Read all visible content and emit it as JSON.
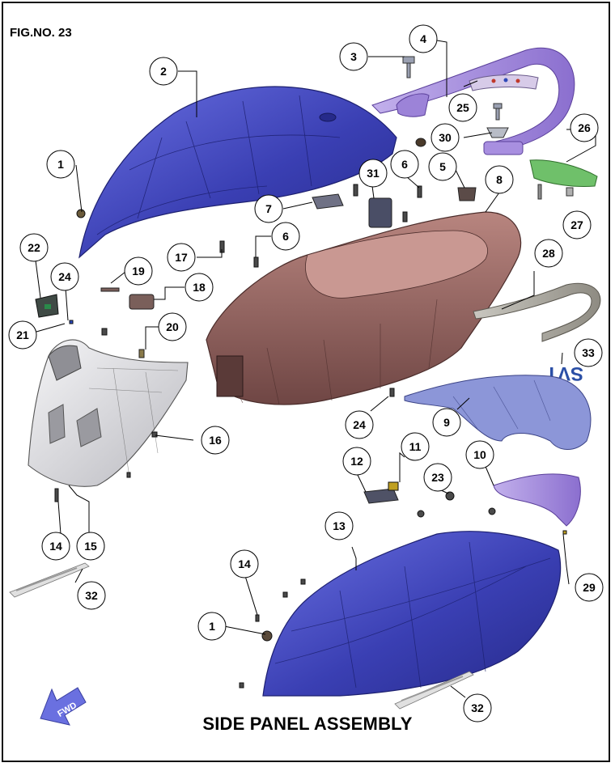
{
  "figure_label": "FIG.NO. 23",
  "title": "SIDE PANEL ASSEMBLY",
  "fwd_label": "FWD",
  "decal_33_text": "SVT",
  "colors": {
    "panel_blue": "#3b3fb0",
    "panel_blue_light": "#5d63d6",
    "box_brown": "#8a5a58",
    "box_brown_light": "#b07d78",
    "lavender": "#a48ad8",
    "green": "#6fc06a",
    "white_panel": "#e4e4e6",
    "arrow_blue": "#6a70e0",
    "decal_blue": "#2b4fa6"
  },
  "callouts": [
    {
      "id": "c1a",
      "label": "1"
    },
    {
      "id": "c2",
      "label": "2"
    },
    {
      "id": "c3",
      "label": "3"
    },
    {
      "id": "c4",
      "label": "4"
    },
    {
      "id": "c5",
      "label": "5"
    },
    {
      "id": "c6a",
      "label": "6"
    },
    {
      "id": "c6b",
      "label": "6"
    },
    {
      "id": "c7",
      "label": "7"
    },
    {
      "id": "c8",
      "label": "8"
    },
    {
      "id": "c9",
      "label": "9"
    },
    {
      "id": "c10",
      "label": "10"
    },
    {
      "id": "c11",
      "label": "11"
    },
    {
      "id": "c12",
      "label": "12"
    },
    {
      "id": "c13",
      "label": "13"
    },
    {
      "id": "c14a",
      "label": "14"
    },
    {
      "id": "c14b",
      "label": "14"
    },
    {
      "id": "c15",
      "label": "15"
    },
    {
      "id": "c16",
      "label": "16"
    },
    {
      "id": "c17",
      "label": "17"
    },
    {
      "id": "c18",
      "label": "18"
    },
    {
      "id": "c19",
      "label": "19"
    },
    {
      "id": "c20",
      "label": "20"
    },
    {
      "id": "c21",
      "label": "21"
    },
    {
      "id": "c22",
      "label": "22"
    },
    {
      "id": "c23",
      "label": "23"
    },
    {
      "id": "c24a",
      "label": "24"
    },
    {
      "id": "c24b",
      "label": "24"
    },
    {
      "id": "c25",
      "label": "25"
    },
    {
      "id": "c26",
      "label": "26"
    },
    {
      "id": "c27",
      "label": "27"
    },
    {
      "id": "c28",
      "label": "28"
    },
    {
      "id": "c29",
      "label": "29"
    },
    {
      "id": "c30",
      "label": "30"
    },
    {
      "id": "c31",
      "label": "31"
    },
    {
      "id": "c32a",
      "label": "32"
    },
    {
      "id": "c32b",
      "label": "32"
    },
    {
      "id": "c33",
      "label": "33"
    },
    {
      "id": "c1b",
      "label": "1"
    }
  ]
}
